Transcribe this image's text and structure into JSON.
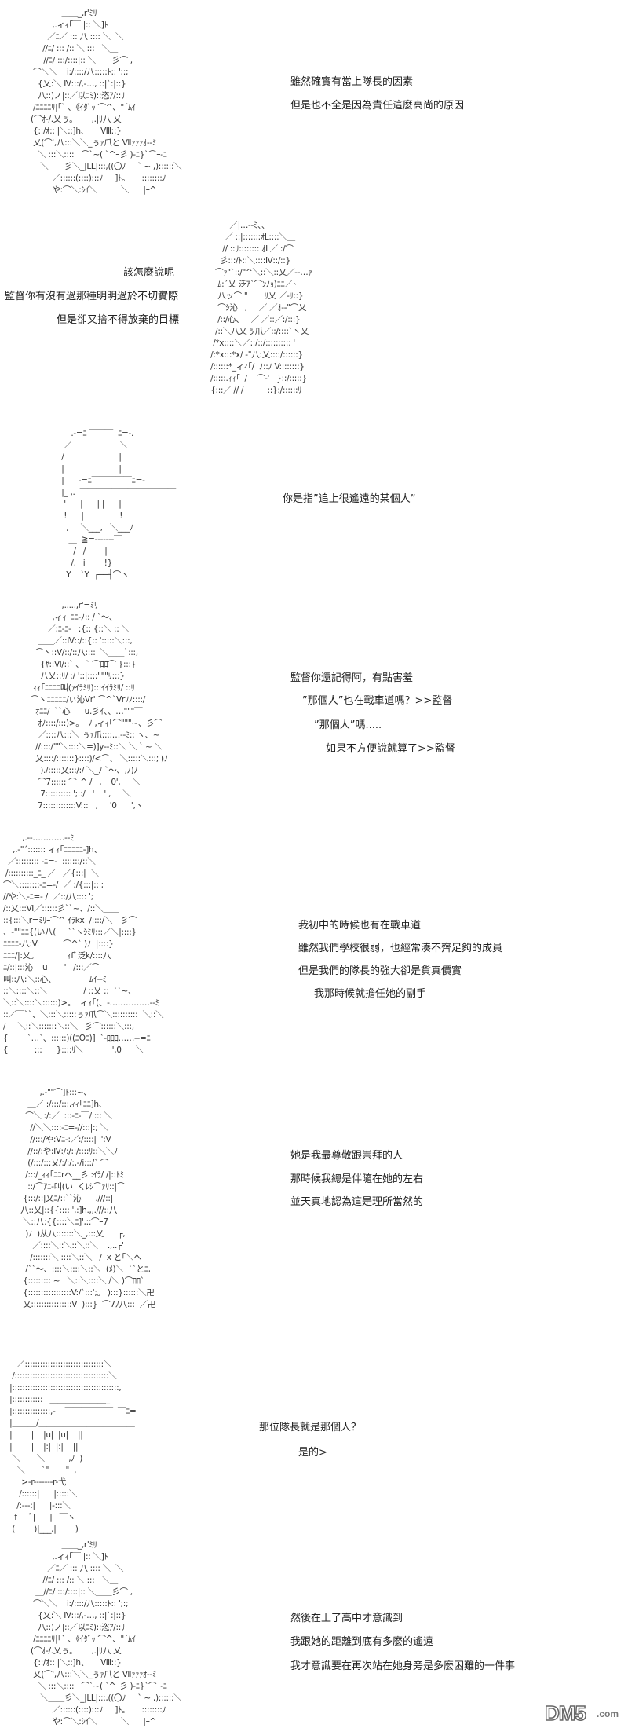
{
  "panels": [
    {
      "art": "              ＿＿_,r'ﾐﾘ\n          ,.ィｨ｢￣ |:: ＼]ﾄ\n        ／ﾆ／ ::: 八 :::: ＼  ＼\n      //ﾆ/ ::: /:: ＼ :::   ＼＿\n   ＿//ﾆ/ :::/::::|:: ＼＿＿彡⌒ ,\n  ⌒＼＼    i:/::::/八:::::ﾄ:: ';:;\n    {乂:＼ Ⅳ:::/,-…, ::|`:|::}\n    八::)ノ|::／以ﾆﾐ)::恣ｱ/::ﾘ\n  /ﾆﾆﾆﾆﾘ|｢` 、《ｲﾀﾞｯ ⌒^、\"´ﾑｲ\n (⌒ｵ-/.乂ぅ。      ,.|ﾘ八 乂\n  {::/ｵ:: |＼::]h、     Ⅷ::}\n  乂(⌒',八:::＼＼_ぅｧ爪と Ⅶｧｧｧｵ-‐ﾐ\n    ＼ :::＼::::   ⌒`~( `^ｰ彡 )-ﾆ}`⌒ｰ-ﾆ\n     ＼＿＿彡＼_|LL|:::,((〇ﾉ     ` ~ ,)::::::＼\n          ／::::::(::::):::ﾉ     ]ﾄ。     ::::::::ﾉ\n          や:⌒＼:ｼｲ＼          ＼      |ｰ^",
      "lines": [
        "雖然確實有當上隊長的因素",
        "但是也不全是因為責任這麼高尚的原因"
      ]
    },
    {
      "art": "          ／|…‐‐ﾐ、、\n        ／ ::|:::::::ｵL::::＼＿\n       // ::ﾘ:::::::: ｵL／ :/⌒\n      彡:::/ﾄ::＼::::Ⅳ::/::}\n    ⌒ｧ\"`::/\"^＼::＼::乂／‐-…ｧ\n     ﾑ:´乂 泛ｱ`⌒ﾝﾉｮ)ﾆﾆ／ﾄ\n     八ッ⌒ \"       ﾘ乂 ／-ﾘ::}\n     ⌒ｼ沁   ,     ／ ／ｵ-‐\"⌒乂\n     /::/心、   ／ ／::／:/:::}\n    /::＼八乂ぅ爪／::/::::`ヽ乂\n   /*x::::＼／::/::/:::::::::: '\n  /:*x:::*x/ ‐\"八:乂::::/::::::}\n  /::::::*_ィｨ｢/  ﾉ::ﾉ V::::::::}\n  /:::::.ｨｨ｢  /    ⌒‐'   }::/:::::}\n  {:::／ // /          ::}:/::::::ﾘ",
      "lines": [
        "該怎麼說呢",
        "監督你有沒有過那種明明過於不切實際",
        "但是卻又捨不得放棄的目標"
      ]
    },
    {
      "art": "          .-=ﾆ ￣￣￣  ﾆ=-.\n       ／                    ＼\n      /                       |\n      |                       |\n      |      -=ﾆ￣￣￣￣￣ﾆ=-\n      |_ ,.  ￣￣￣￣￣￣￣￣￣￣￣￣\n       '      |      | |      |\n       !      |               !\n        ,     ＼___,   ＼___ﾉ\n         ＿  ≧=‐‐‐‐‐‐‐￣\n           /   /        |\n          /.   i        !}\n        Y    `Y  ┌──┤⌒ヽ",
      "lines": [
        "你是指”追上很遙遠的某個人”"
      ]
    },
    {
      "art": "              ,.....,r'=ﾐﾘ\n          ,ィｨ｢ﾆﾆ-ﾉ:: / `～、\n        ／:ﾆ-ﾆ-   :{:: {::＼ :: ＼\n    ＿＿／::Ⅳ::/::{:: ':::::＼:::,\n   ⌒ヽ::V/::/::八::::  ＼＿＿`:::,\n     {ﾔ::Ⅵ/::` 、 ` ⌒ﾛﾛ⌒ }:::}\n     八乂::ﾘ/ :/ ':;|::::\"\"\"ﾘ:::}\n  ｨｨ｢ﾆﾆﾆﾆ叫(ｧｲﾗﾐﾘ):::ｲｲﾗﾐﾘ/ ::ﾘ\n ⌒ヽﾆﾆﾆﾆﾆ/ぃ沁Vr' ⌒^`Vrｿﾉ::::/\n   ｵﾆﾆ/  ``心      u.彡ｲ、、…\"\"\"￣\n    ｵﾉ::::/:::)>。  ﾉ ,ィｨ｢⌒\"\"\"~、彡⌒\n    ／::::八:::＼ ぅｧ爪::::…‐-ﾐ:: ヽ、~\n   //::::/\"\"＼::::＼=)]y‐-ﾐ::＼ ＼ ` ~ ＼\n   乂::::/:::::::}::::)/<⌒、 ＼:::::＼:::; )ﾉ\n     )./:::::乂:::/:/ ＼_ﾉ `～、,ﾉ)ﾉ\n    ⌒7:::::: ⌒ｰ^ /   ,    0',     ＼\n     7:::::::::: ';::/   '    ' ,     ＼\n    7:::::::::::::V:::   ,     '0      ',ヽ",
      "lines": [
        "監督你還記得阿，有點害羞",
        "”那個人”也在戰車道嗎？>>監督",
        "”那個人”嗎.....",
        "如果不方便說就算了>>監督"
      ]
    },
    {
      "art": "        ,.-‐…………‐-ﾐ\n    ,.-\"´::::::: ィｨ｢ﾆﾆﾆﾆﾆ-]h、\n  ／::::::::: -ﾆ=-  :::::::/::＼\n /::::::::::_ﾆ_ ／   ／{:::|  ＼\n⌒＼::::::::-ﾆ=-/  ／ :/{:::|:: ;\n//や:＼-ﾆ=- /  ／::/八:::: ';\n/::乂:::Ⅵ／::::::彡``~、/::＼＿＿\n::{:::＼r=ﾐﾘｰ⌒^ ｲﾗkx  /::::/＼＿彡⌒\n、-\"\"ﾆﾆ{(い八(     ``ヽｼﾐﾘ:::／＼|::::}\nﾆﾆﾆﾆ-八:V:          ⌒^` )ﾉ  |::::}\nﾆﾆﾆ/|:乂。            ｨfﾞ泛k/::::八\nﾆ/::|:::沁    u       '   /:::／⌒\n叫::八:＼::心、              ﾑｲ-‐ﾐ\n::＼::::＼::＼               / ::乂 ::  ``~、\n＼::＼::::＼::::::)>。  ィｨ｢(、-……………-‐ﾐ\n::／￣``、＼:::＼:::::ぅｧ爪⌒＼::::::::::  ＼::＼\n/     ＼::＼:::::::＼::＼   彡⌒::::::＼:::,\n{        `…`、::::::)((ﾆOﾆ)]  `‐ﾛﾛﾛ……‐-=ﾆ\n{           :::      }::::ﾘ＼            ',0      ＼",
      "lines": [
        "我初中的時候也有在戰車道",
        "雖然我們學校很弱，也經常湊不齊足夠的成員",
        "但是我們的隊長的強大卻是貨真價實",
        "我那時候就擔任她的副手"
      ]
    },
    {
      "art": "            ,.-\"\"⌒]ﾄ:::~、\n       ＿／ :/:::/:::,ｨｨ｢ﾆﾆ]h、\n      ⌒＼ :/:／  :::-ﾆ-￣/ ::: ＼\n        //＼＼::::-ﾆ=-//:::|:; ＼\n        //:::/や:Vﾆ-:／:/::::|  ':V\n       //::/:や:Ⅳ:/:/::/::::ﾘ::＼＼ﾉ\n       (/:::/:::乂/:/:/:,-/i:::/` ⌒\n      /:::/_ｨｨ｢ﾆﾆrヘ__彡 :ｲﾗ/ /|::ﾄﾐ\n       ::/⌒ｱﾆ-叫(い  くﾚｼ⌒ｧﾘ::|⌒\n     {:::/::|乂ﾆ/::``沁      .///::|\n    八::乂|::{{:::: ',:]h.,,.///::八\n     ＼::八:{{::::＼ﾆ]',::⌒ｰ7\n      )ﾉ  )从八:::::::＼_,:::乂      ┌,\n         ／::::＼::＼::＼::＼    .,..┌'\n        /:::::::＼ ::::＼::＼   /  x と｢＼へ\n      /``～、::::＼::::＼::＼  (ﾒ)＼  ``とﾆ,\n     {::::::::: ~   ＼::＼::::＼ /＼ )⌒ﾛﾛ`\n     {:::::::::::::::::V:/`:::';。 ):::}::::::＼卍\n     乂::::::::::::::::V  ):::}  ⌒7ﾉ八:::  ／卍",
      "lines": [
        "她是我最尊敬跟崇拜的人",
        "那時候我總是伴隨在她的左右",
        "並天真地認為這是理所當然的"
      ]
    },
    {
      "art": "        ＿＿＿＿＿＿＿＿＿＿\n       ／:::::::::::::::::::::::::::::::＼\n     /:::::::::::::::::::::::::::::::::::::＼\n    |::::::::::::::::::::::::::::::::::::::::::,\n    |::::::::::::   ＿＿＿＿＿＿＿_\n    |:::::::::::::::,-    ￣￣￣￣￣￣  ￣ﾆ=\n    |＿＿＿/＿＿＿＿＿＿＿＿＿＿＿＿\n    |        |    |u|  |u|    ||\n    |        |    |:|  |:|    ||\n     ＼       ＼          ,ﾉ  )\n       ＼       `\"       \"  ,\n         >-r-------r-弋\n        /::::::|      |:::::＼\n       /:---:|      |-:::＼\n      f     ﾞ|      |   ￣ヽ\n     (        )|___,|        )",
      "lines": [
        "那位隊長就是那個人？",
        "是的>"
      ]
    },
    {
      "art": "              ＿＿_,r'ﾐﾘ\n          ,.ィｨ｢￣ |:: ＼]ﾄ\n        ／ﾆ／ ::: 八 :::: ＼  ＼\n      //ﾆ/ ::: /:: ＼ :::   ＼＿\n   ＿//ﾆ/ :::/::::|:: ＼＿＿彡⌒ ,\n  ⌒＼＼    i:/::::/八:::::ﾄ:: ';:;\n    {乂:＼ Ⅳ:::/,-…, ::|`:|::}\n    八::)ノ|::／以ﾆﾐ)::恣ｱ/::ﾘ\n  /ﾆﾆﾆﾆﾘ|｢` 、《ｲﾀﾞｯ ⌒^、\"´ﾑｲ\n (⌒ｵ-/.乂ぅ。      ,.|ﾘ八 乂\n  {::/ｵ:: |＼::]h、     Ⅷ::}\n  乂(⌒',八:::＼＼_ぅｧ爪と Ⅶｧｧｧｵ-‐ﾐ\n    ＼ :::＼::::   ⌒`~( `^ｰ彡 )-ﾆ}`⌒ｰ-ﾆ\n     ＼＿＿彡＼_|LL|:::,((〇ﾉ     ` ~ ,)::::::＼\n          ／::::::(::::):::ﾉ     ]ﾄ。     ::::::::ﾉ\n          や:⌒＼:ｼｲ＼          ＼      |ｰ^",
      "lines": [
        "然後在上了高中才意識到",
        "我跟她的距離到底有多麼的遙遠",
        "我才意識要在再次站在她身旁是多麼困難的一件事"
      ]
    }
  ],
  "watermark": {
    "brand": "DM5",
    "suffix": ".com"
  }
}
